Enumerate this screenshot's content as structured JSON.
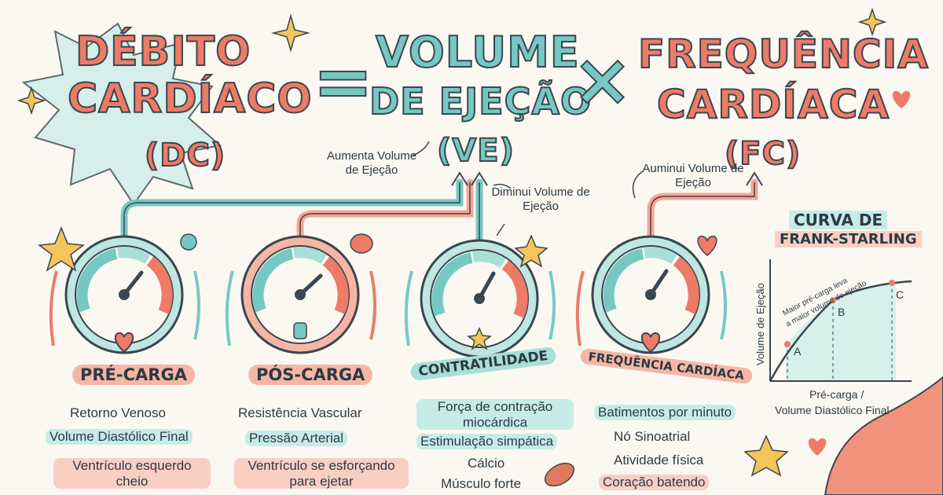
{
  "title": {
    "dc_line1": "DÉBITO",
    "dc_line2": "CARDÍACO",
    "dc_abbr": "(DC)",
    "equals": "=",
    "ve_line1": "VOLUME",
    "ve_line2": "DE EJEÇÃO",
    "ve_abbr": "(VE)",
    "times": "×",
    "fc_line1": "FREQUÊNCIA",
    "fc_line2": "CARDÍACA",
    "fc_abbr": "(FC)"
  },
  "notes": {
    "increase_ve": "Aumenta Volume de Ejeção",
    "decrease_ve": "Diminui Volume de Ejeção",
    "increase_fc": "Auminui Volume de Ejeção"
  },
  "factors": [
    {
      "label": "PRÉ-CARGA",
      "items": [
        "Retorno Venoso",
        "Volume Diastólico Final",
        "Ventrículo esquerdo cheio"
      ]
    },
    {
      "label": "PÓS-CARGA",
      "items": [
        "Resistência Vascular",
        "Pressão Arterial",
        "Ventrículo se esforçando para ejetar"
      ]
    },
    {
      "label": "CONTRATILIDADE",
      "items": [
        "Força de contração miocárdica",
        "Estimulação simpática",
        "Cálcio",
        "Músculo forte"
      ]
    },
    {
      "label": "FREQUÊNCIA CARDÍACA",
      "items": [
        "Batimentos por minuto",
        "Nó Sinoatrial",
        "Atividade física",
        "Coração batendo"
      ]
    }
  ],
  "chart": {
    "title_line1": "CURVA DE",
    "title_line2": "FRANK-STARLING",
    "ylabel": "Volume de Ejeção",
    "xlabel_line1": "Pré-carga /",
    "xlabel_line2": "Volume Diastólico Final",
    "annotation_line1": "Maior pré-carga leva",
    "annotation_line2": "a maior volume de ejeção",
    "points": [
      "A",
      "B",
      "C"
    ]
  },
  "colors": {
    "coral": "#ee7b66",
    "teal": "#76c9c3",
    "ink": "#3a4650",
    "background": "#fbf8f2"
  }
}
